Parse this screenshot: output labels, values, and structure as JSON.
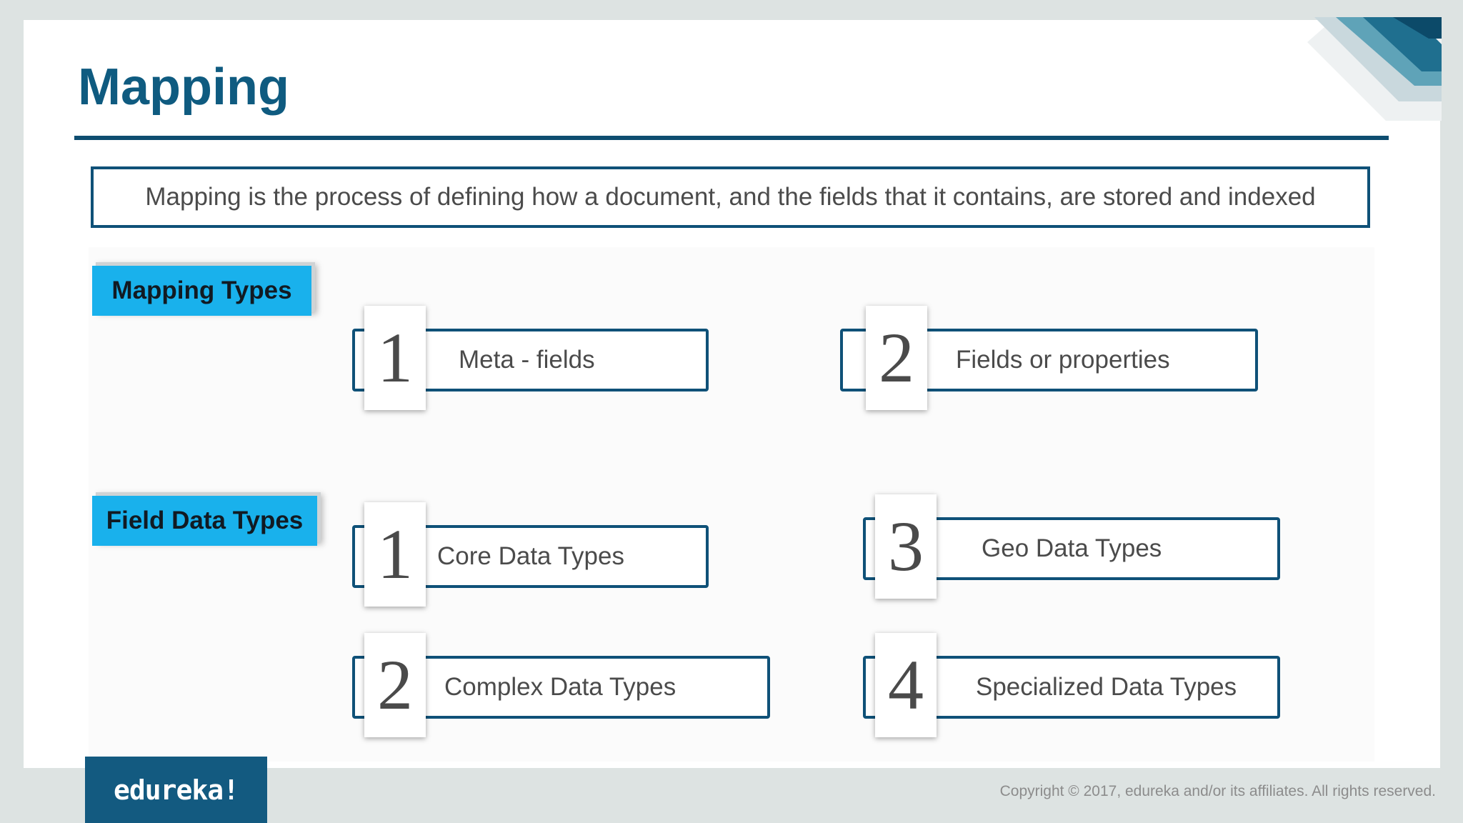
{
  "slide": {
    "title": "Mapping",
    "definition": "Mapping is the process of defining how a document, and the fields that it contains, are stored and indexed"
  },
  "mapping_types": {
    "label": "Mapping Types",
    "items": [
      {
        "number": "1",
        "label": "Meta - fields"
      },
      {
        "number": "2",
        "label": "Fields or properties"
      }
    ]
  },
  "field_data_types": {
    "label": "Field Data Types",
    "items": [
      {
        "number": "1",
        "label": "Core Data Types"
      },
      {
        "number": "2",
        "label": "Complex Data Types"
      },
      {
        "number": "3",
        "label": "Geo Data Types"
      },
      {
        "number": "4",
        "label": "Specialized Data Types"
      }
    ]
  },
  "footer": {
    "logo": "edureka!",
    "copyright": "Copyright © 2017, edureka and/or its affiliates. All rights reserved."
  },
  "colors": {
    "title": "#0f5b80",
    "accent_border": "#0f5178",
    "label_background": "#19b1ec",
    "logo_background": "#135a80"
  },
  "icons": {
    "corner": "corner-stripes-decoration"
  }
}
